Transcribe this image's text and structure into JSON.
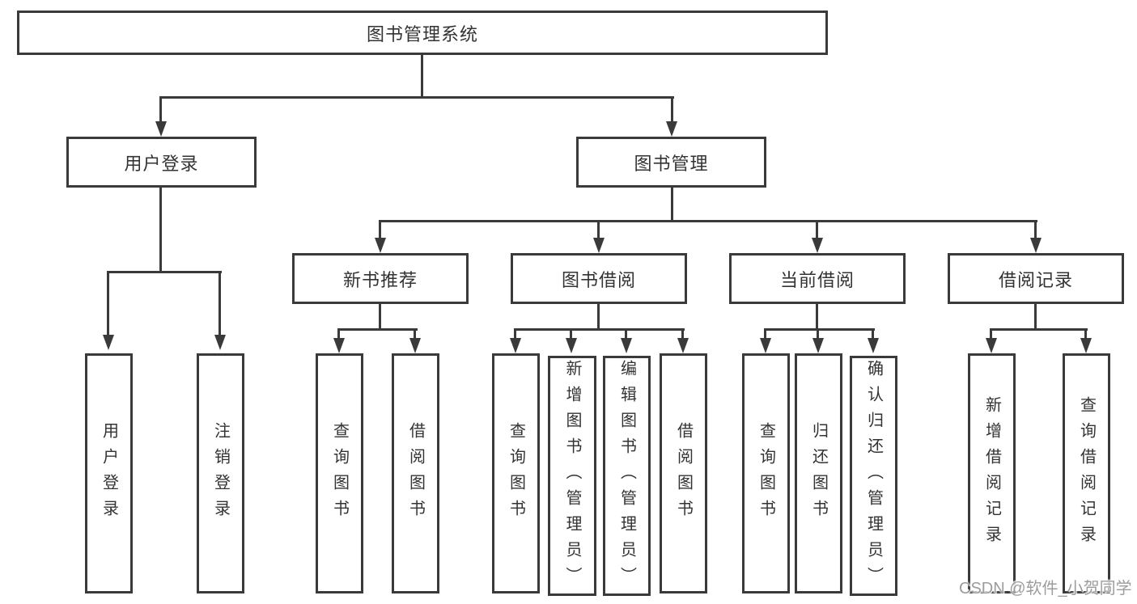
{
  "tree": {
    "root": {
      "label": "图书管理系统"
    },
    "branches": [
      {
        "label": "用户登录",
        "children": [
          {
            "label": "用户登录"
          },
          {
            "label": "注销登录"
          }
        ]
      },
      {
        "label": "图书管理",
        "children": [
          {
            "label": "新书推荐",
            "children": [
              {
                "label": "查询图书"
              },
              {
                "label": "借阅图书"
              }
            ]
          },
          {
            "label": "图书借阅",
            "children": [
              {
                "label": "查询图书"
              },
              {
                "label": "新增图书（管理员）"
              },
              {
                "label": "编辑图书（管理员）"
              },
              {
                "label": "借阅图书"
              }
            ]
          },
          {
            "label": "当前借阅",
            "children": [
              {
                "label": "查询图书"
              },
              {
                "label": "归还图书"
              },
              {
                "label": "确认归还（管理员）"
              }
            ]
          },
          {
            "label": "借阅记录",
            "children": [
              {
                "label": "新增借阅记录"
              },
              {
                "label": "查询借阅记录"
              }
            ]
          }
        ]
      }
    ]
  },
  "watermark": {
    "text": "CSDN @软件_小贺同学"
  },
  "colors": {
    "line": "#3a3a3a",
    "text": "#333333",
    "watermark": "#9c9c9c",
    "background": "#ffffff"
  }
}
